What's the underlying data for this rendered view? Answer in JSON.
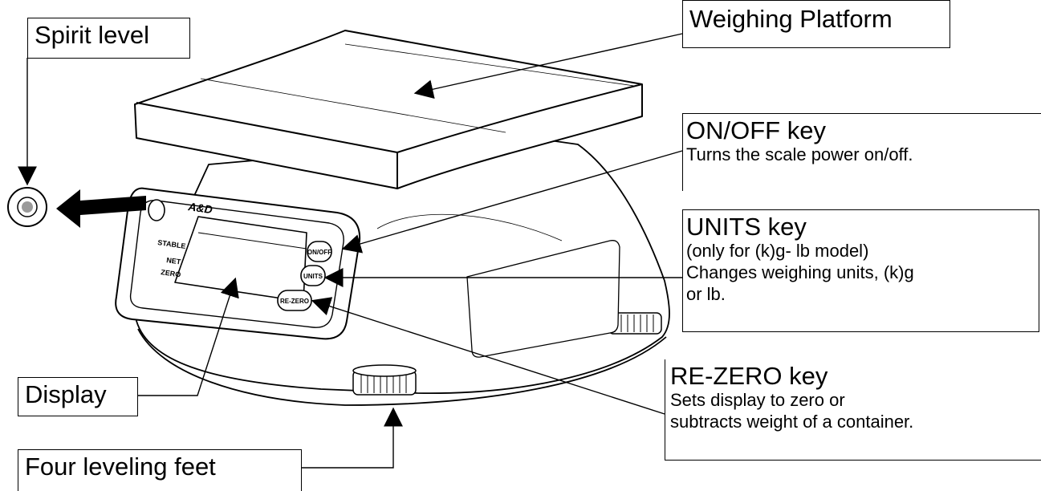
{
  "callouts": {
    "spirit_level": {
      "label": "Spirit level"
    },
    "weighing_platform": {
      "label": "Weighing Platform"
    },
    "on_off_key": {
      "label": "ON/OFF key",
      "description": "Turns the scale power on/off."
    },
    "units_key": {
      "label": "UNITS key",
      "model_note": "(only for (k)g- lb model)",
      "description_line1": "Changes weighing units, (k)g",
      "description_line2": "or lb."
    },
    "re_zero_key": {
      "label": "RE-ZERO key",
      "description_line1": "Sets display to zero or",
      "description_line2": "subtracts weight of a container."
    },
    "display": {
      "label": "Display"
    },
    "leveling_feet": {
      "label": "Four leveling feet"
    }
  },
  "scale": {
    "brand": "A&D",
    "indicator_stable": "STABLE",
    "indicator_net": "NET",
    "indicator_zero": "ZERO",
    "key_on_off": "ON/OFF",
    "key_units": "UNITS",
    "key_re_zero": "RE-ZERO"
  },
  "colors": {
    "line": "#000000",
    "background": "#ffffff",
    "spirit_bubble": "#9a9a9a"
  }
}
